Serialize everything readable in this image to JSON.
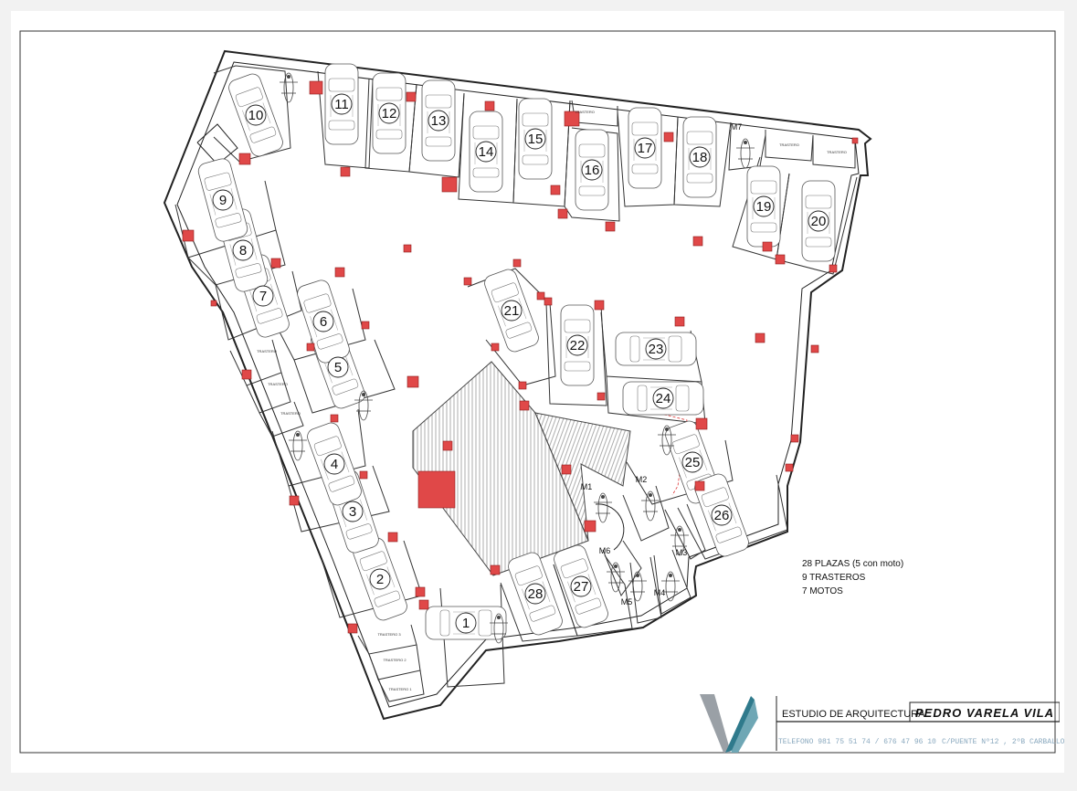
{
  "parking_numbers": [
    "1",
    "2",
    "3",
    "4",
    "5",
    "6",
    "7",
    "8",
    "9",
    "10",
    "11",
    "12",
    "13",
    "14",
    "15",
    "16",
    "17",
    "18",
    "19",
    "20",
    "21",
    "22",
    "23",
    "24",
    "25",
    "26",
    "27",
    "28"
  ],
  "moto_labels": [
    "M1",
    "M2",
    "M3",
    "M4",
    "M5",
    "M6",
    "M7"
  ],
  "storage_labels": [
    "TRASTERO",
    "TRASTERO",
    "TRASTERO",
    "TRASTERO",
    "TRASTERO",
    "TRASTERO",
    "TRASTERO 1",
    "TRASTERO 2",
    "TRASTERO 3"
  ],
  "summary": {
    "plazas": "28 PLAZAS (5 con moto)",
    "trasteros": "9 TRASTEROS",
    "motos": "7 MOTOS"
  },
  "title_block": {
    "studio": "ESTUDIO DE ARQUITECTURA",
    "architect": "PEDRO VARELA VILA",
    "phone": "TELEFONO 981 75 51 74 / 676 47 96 10",
    "address": "C/PUENTE Nº12 , 2ºB CARBALLO"
  },
  "colors": {
    "column": "#e04848",
    "column_stroke": "#8a1a1a",
    "line": "#222222",
    "logo_grey": "#9aa0a6",
    "logo_teal": "#2f7a8c"
  }
}
